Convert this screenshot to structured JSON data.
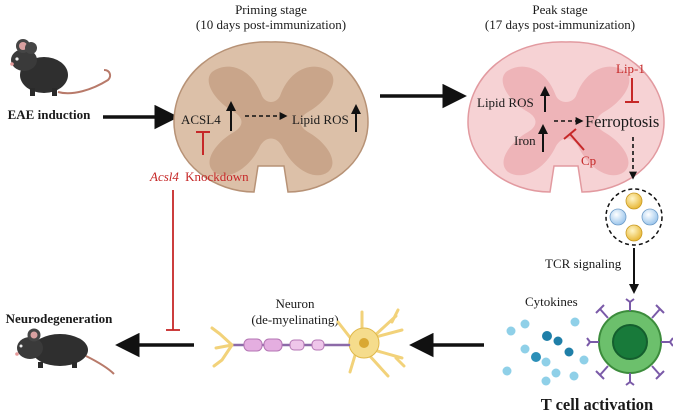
{
  "stages": {
    "priming_title": "Priming stage",
    "priming_sub": "(10 days post-immunization)",
    "peak_title": "Peak stage",
    "peak_sub": "(17 days post-immunization)"
  },
  "labels": {
    "eae": "EAE induction",
    "acsl4": "ACSL4",
    "lipid_ros_1": "Lipid ROS",
    "knockdown_gene": "Acsl4",
    "knockdown_word": "Knockdown",
    "lipid_ros_2": "Lipid ROS",
    "iron": "Iron",
    "ferroptosis": "Ferroptosis",
    "lip1": "Lip-1",
    "cp": "Cp",
    "tcr": "TCR signaling",
    "cytokines": "Cytokines",
    "tcell": "T cell activation",
    "neuron_1": "Neuron",
    "neuron_2": "(de-myelinating)",
    "neurodegeneration": "Neurodegeneration"
  },
  "colors": {
    "inhibitor_red": "#c62828",
    "cord1_outer": "#dcc0a8",
    "cord1_gray": "#c9a58a",
    "cord2_outer": "#f6d2d4",
    "cord2_gray": "#eeb4b8",
    "tcell_green": "#4caf50",
    "cytokine_blue": "#5fb8d8"
  }
}
